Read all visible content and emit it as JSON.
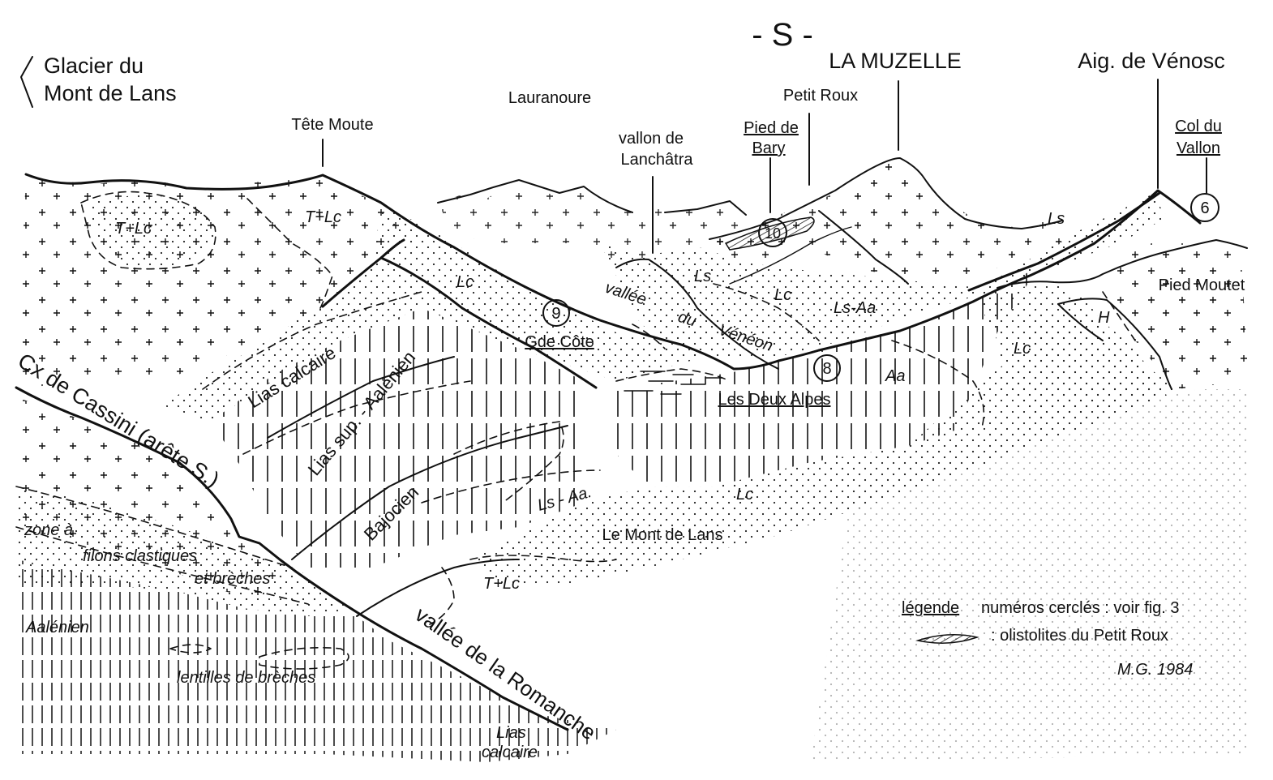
{
  "orientation": "- S -",
  "peaks": {
    "glacier_line1": "Glacier du",
    "glacier_line2": "Mont de Lans",
    "tete_moute": "Tête Moute",
    "lauranoure": "Lauranoure",
    "vallon_line1": "vallon de",
    "vallon_line2": "Lanchâtra",
    "pied_bary_line1": "Pied de",
    "pied_bary_line2": "Bary",
    "petit_roux": "Petit Roux",
    "muzelle": "LA MUZELLE",
    "aig_venosc": "Aig. de Vénosc",
    "col_line1": "Col du",
    "col_line2": "Vallon",
    "pied_moutet": "Pied Moutet"
  },
  "places": {
    "cx_cassini": "Cx de Cassini (arête S.)",
    "grande_cote": "Gde Côte",
    "deux_alpes": "Les Deux Alpes",
    "mont_de_lans": "Le Mont de Lans",
    "venéon_1": "vallée",
    "venéon_2": "du",
    "venéon_3": "Vénéon",
    "romanche": "vallée de la Romanche"
  },
  "formations": {
    "tlc": "T+Lc",
    "lc": "Lc",
    "ls": "Ls",
    "ls_aa": "Ls-Aa",
    "ls_aa_2": "Ls - Aa.",
    "aa": "Aa",
    "h": "H",
    "lias_calcaire": "Lias calcaire",
    "lias_sup": "Lias sup. - Aalénien",
    "bajocien": "Bajocien",
    "zone_line1": "zone à",
    "zone_line2": "filons clastiques",
    "zone_line3": "et brèches",
    "aalenien": "Aalénien",
    "lentilles": "lentilles de brèches",
    "lias_line1": "Lias",
    "lias_line2": "calcaire"
  },
  "markers": [
    "9",
    "10",
    "8",
    "6"
  ],
  "legend": {
    "title": "légende",
    "item1": "numéros cerclés : voir fig. 3",
    "item2": ": olistolites du Petit Roux",
    "signature": "M.G. 1984"
  }
}
